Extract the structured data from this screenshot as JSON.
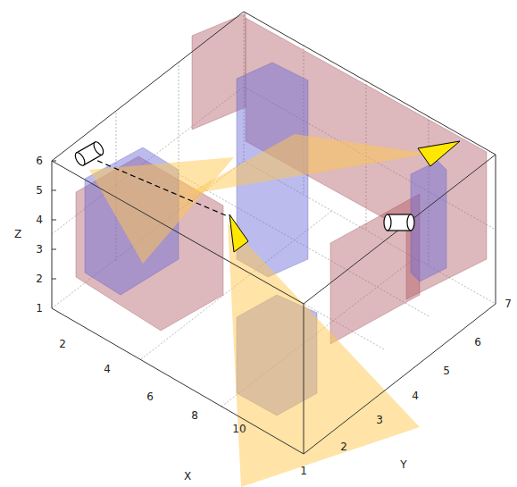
{
  "diagram": {
    "labels": [
      "Z",
      "6",
      "5",
      "4",
      "3",
      "2",
      "1",
      "2",
      "4",
      "6",
      "8",
      "10",
      "X",
      "1",
      "2",
      "3",
      "4",
      "5",
      "6",
      "7",
      "Y"
    ]
  }
}
